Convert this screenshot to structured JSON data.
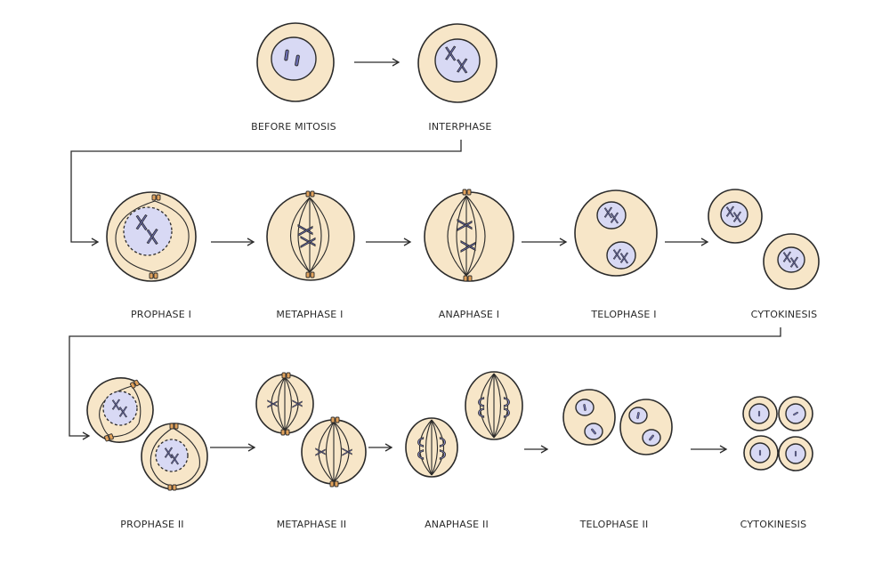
{
  "stages": {
    "before_mitosis": "BEFORE MITOSIS",
    "interphase": "INTERPHASE",
    "prophase_1": "PROPHASE I",
    "metaphase_1": "METAPHASE I",
    "anaphase_1": "ANAPHASE I",
    "telophase_1": "TELOPHASE I",
    "cytokinesis_1": "CYTOKINESIS",
    "prophase_2": "PROPHASE II",
    "metaphase_2": "METAPHASE II",
    "anaphase_2": "ANAPHASE II",
    "telophase_2": "TELOPHASE II",
    "cytokinesis_2": "CYTOKINESIS"
  },
  "colors": {
    "cytoplasm": "#f7e6c8",
    "nucleus": "#d8d9f4",
    "chromosome": "#6d6fb4",
    "centrosome": "#e1a25c",
    "ink": "#2b2b2b"
  }
}
